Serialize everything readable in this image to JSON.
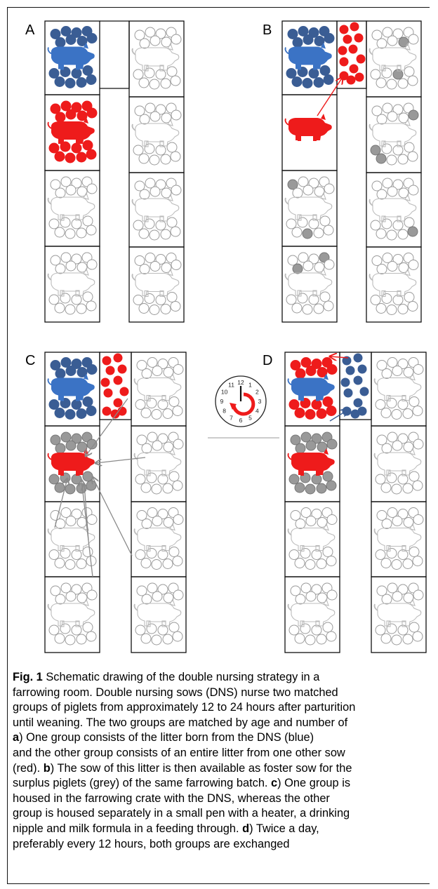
{
  "panels": [
    {
      "id": "A",
      "label": "A"
    },
    {
      "id": "B",
      "label": "B"
    },
    {
      "id": "C",
      "label": "C"
    },
    {
      "id": "D",
      "label": "D"
    }
  ],
  "colors": {
    "dns_blue": "#3b73c5",
    "dns_blue_dots": "#3a5d94",
    "red": "#ee1b1b",
    "grey": "#999999",
    "outline": "#111111",
    "empty_outline": "#9a9a9a",
    "arrow_grey": "#8a8a8a",
    "arrow_red": "#ee1b1b"
  },
  "icons": {
    "clock": "clock-icon",
    "pig": "pig-icon"
  },
  "caption": {
    "fig_label": "Fig. 1",
    "title": "Schematic drawing of the double nursing strategy in a",
    "line2": "farrowing room. Double nursing sows (DNS) nurse two matched",
    "line3": "groups of piglets from approximately 12 to 24 hours after parturition",
    "line4": "until weaning. The two groups are matched by age and number of",
    "a_key": "a",
    "line5_rest": ") One group consists of the litter born from the DNS (blue)",
    "line6": "and the other group consists of an entire litter from one other sow",
    "line7_start": "(red). ",
    "b_key": "b",
    "line7_rest": ") The sow of this litter is then available as foster sow for the",
    "line8": "surplus piglets (grey) of the same farrowing batch. ",
    "c_key": "c",
    "line8_rest": ") One group is",
    "line9": "housed in the farrowing crate with the DNS, whereas the other",
    "line10": "group is housed separately in a small pen with a heater, a drinking",
    "line11": "nipple and milk formula in a feeding through. ",
    "d_key": "d",
    "line11_rest": ") Twice a day,",
    "line12": "preferably every 12 hours, both groups are exchanged"
  },
  "clock_numbers": [
    "12",
    "1",
    "2",
    "3",
    "4",
    "5",
    "6",
    "7",
    "8",
    "9",
    "10",
    "11"
  ]
}
